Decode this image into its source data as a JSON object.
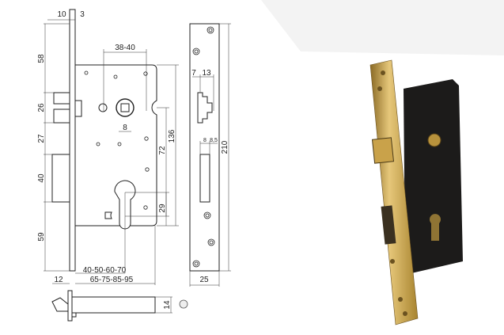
{
  "drawing": {
    "front_view_dims": {
      "top_left": "10",
      "top_right": "3",
      "backset_spindle": "38-40",
      "spindle_square": "8",
      "left_58": "58",
      "left_26": "26",
      "left_27": "27",
      "left_40": "40",
      "left_59": "59",
      "right_72": "72",
      "right_136": "136",
      "right_29": "29",
      "backset_cyl": "40-50-60-70",
      "case_depth": "65-75-85-95",
      "bottom_12": "12"
    },
    "side_view_dims": {
      "latch_7": "7",
      "latch_13": "13",
      "slot_8": "8",
      "slot_8_5": "8,5",
      "height_210": "210",
      "width_25": "25"
    },
    "bottom_view_dims": {
      "thickness_14": "14"
    }
  },
  "colors": {
    "line": "#222222",
    "brass": "#c9a24a",
    "case": "#1c1b1a"
  }
}
